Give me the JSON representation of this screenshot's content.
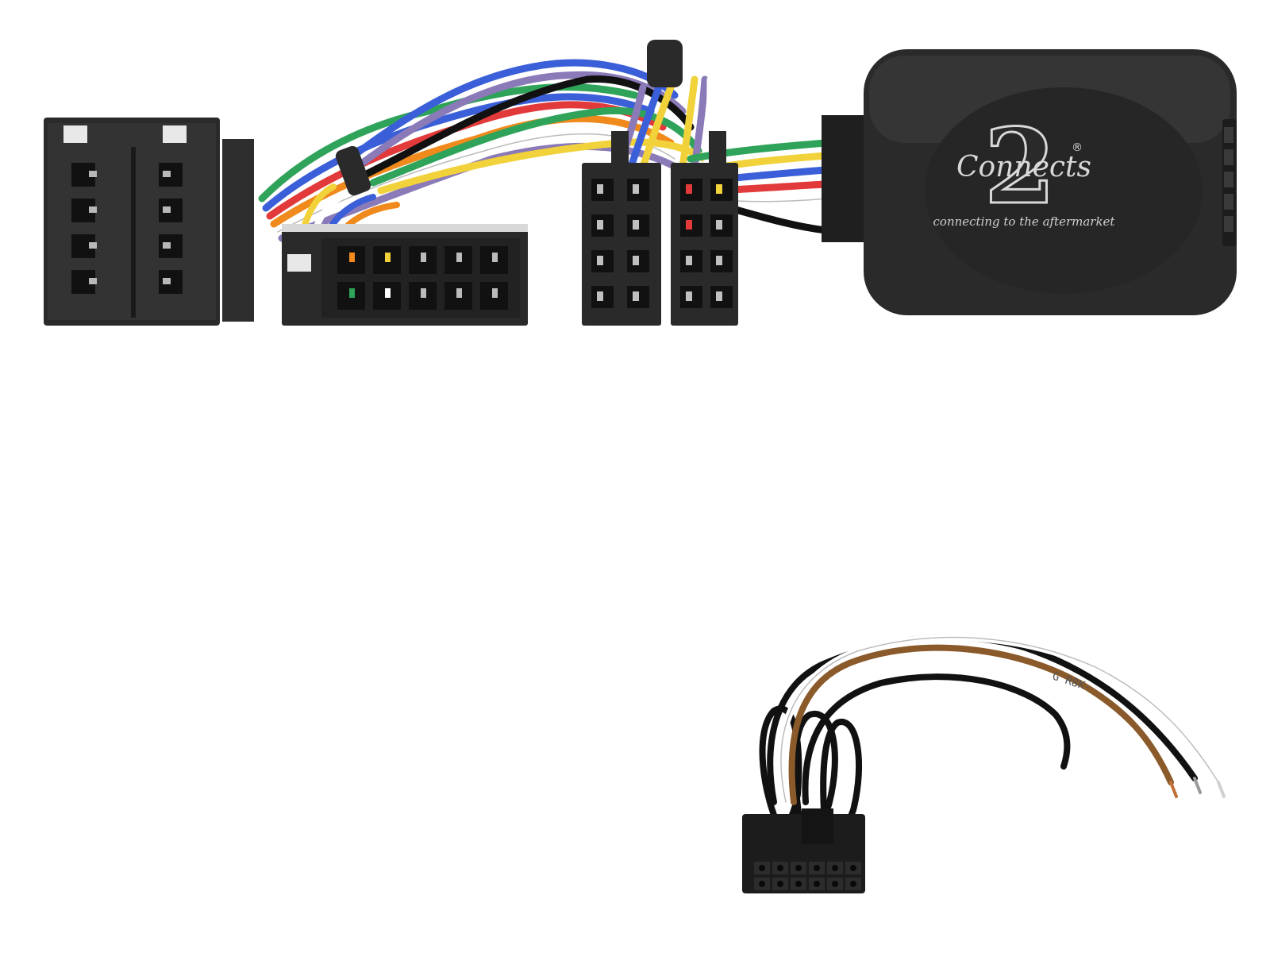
{
  "product_image": {
    "brand_logo": {
      "wordmark": "Connects",
      "numeral": "2",
      "registered_mark": "®",
      "tagline": "connecting to the aftermarket"
    },
    "cable_print": "G R8K-",
    "colors": {
      "housing": "#2a2a2a",
      "housing_highlight": "#4a4a4a",
      "background": "#ffffff",
      "wires": [
        "#2fa35a",
        "#e23a3a",
        "#f08a1c",
        "#f2d23a",
        "#8a7ab8",
        "#3a5fd8",
        "#ffffff",
        "#111111",
        "#8a5a2b"
      ]
    }
  }
}
